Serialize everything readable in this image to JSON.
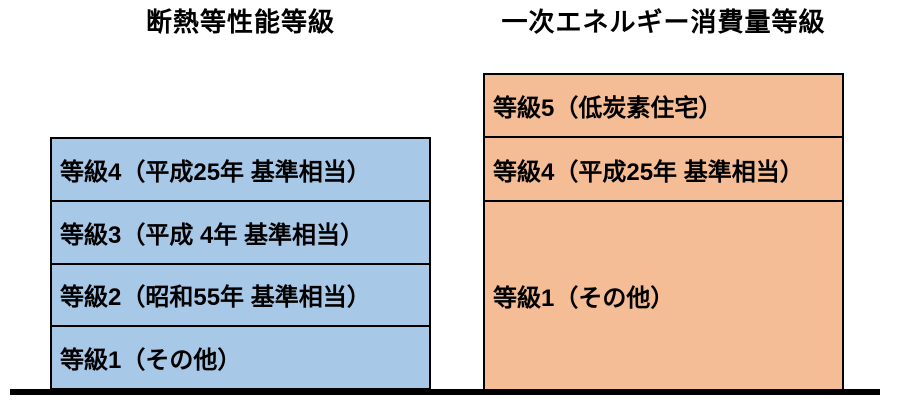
{
  "insulation": {
    "title": "断熱等性能等級",
    "fill_color": "#A8C8E8",
    "rows": [
      "等級4（平成25年 基準相当）",
      "等級3（平成 4年 基準相当）",
      "等級2（昭和55年 基準相当）",
      "等級1（その他）"
    ]
  },
  "energy": {
    "title": "一次エネルギー消費量等級",
    "fill_color": "#F5BD95",
    "rows": [
      "等級5（低炭素住宅）",
      "等級4（平成25年 基準相当）",
      "等級1（その他）"
    ]
  },
  "colors": {
    "border": "#000000",
    "baseline": "#000000",
    "text": "#000000",
    "background": "#FFFFFF"
  }
}
